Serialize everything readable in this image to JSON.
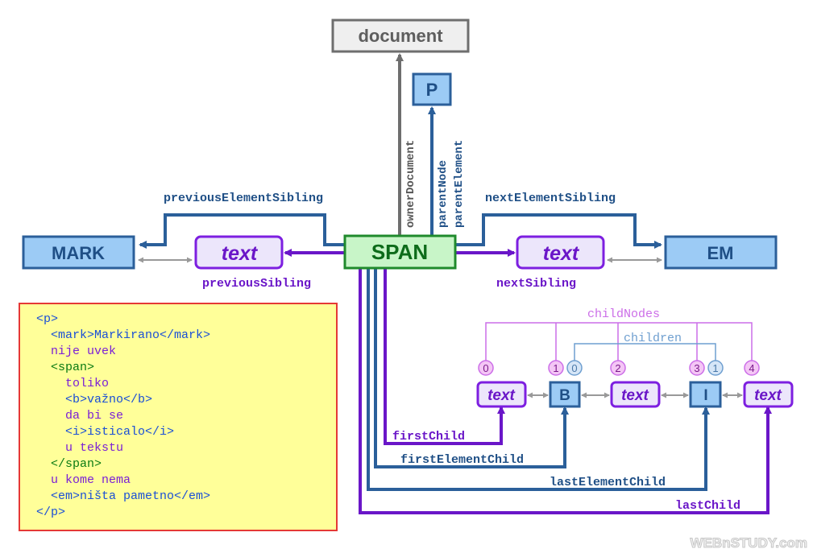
{
  "nodes": {
    "document": "document",
    "p": "P",
    "span": "SPAN",
    "mark": "MARK",
    "em": "EM",
    "prev_text": "text",
    "next_text": "text",
    "child_text_0": "text",
    "child_b": "B",
    "child_text_2": "text",
    "child_i": "I",
    "child_text_4": "text"
  },
  "labels": {
    "owner_document": "ownerDocument",
    "parent_node": "parentNode",
    "parent_element": "parentElement",
    "previous_element_sibling": "previousElementSibling",
    "next_element_sibling": "nextElementSibling",
    "previous_sibling": "previousSibling",
    "next_sibling": "nextSibling",
    "child_nodes": "childNodes",
    "children": "children",
    "first_child": "firstChild",
    "first_element_child": "firstElementChild",
    "last_element_child": "lastElementChild",
    "last_child": "lastChild"
  },
  "indexes": {
    "child_nodes": [
      "0",
      "1",
      "2",
      "3",
      "4"
    ],
    "children": [
      "0",
      "1"
    ]
  },
  "code_lines": [
    "<p>",
    "  <mark>Markirano</mark>",
    "  nije uvek",
    "  <span>",
    "    toliko",
    "    <b>važno</b>",
    "    da bi se",
    "    <i>isticalo</i>",
    "    u tekstu",
    "  </span>",
    "  u kome nema",
    "  <em>ništa pametno</em>",
    "</p>"
  ],
  "watermark": "WEBnSTUDY.com",
  "colors": {
    "element_fill": "#9ccbf5",
    "element_stroke": "#2b5f9a",
    "element_text": "#1f4f86",
    "span_fill": "#c8f5c8",
    "span_stroke": "#1f8a2c",
    "span_text": "#0d6b1a",
    "text_node_fill": "#ece6fb",
    "text_node_stroke": "#7d1fe0",
    "text_node_text": "#6a16c8",
    "document_fill": "#efefef",
    "document_stroke": "#6e6e6e",
    "child_nodes_color": "#cc6ee8",
    "children_color": "#6f9fd0",
    "code_bg": "#ffff99",
    "code_border": "#e53935"
  }
}
